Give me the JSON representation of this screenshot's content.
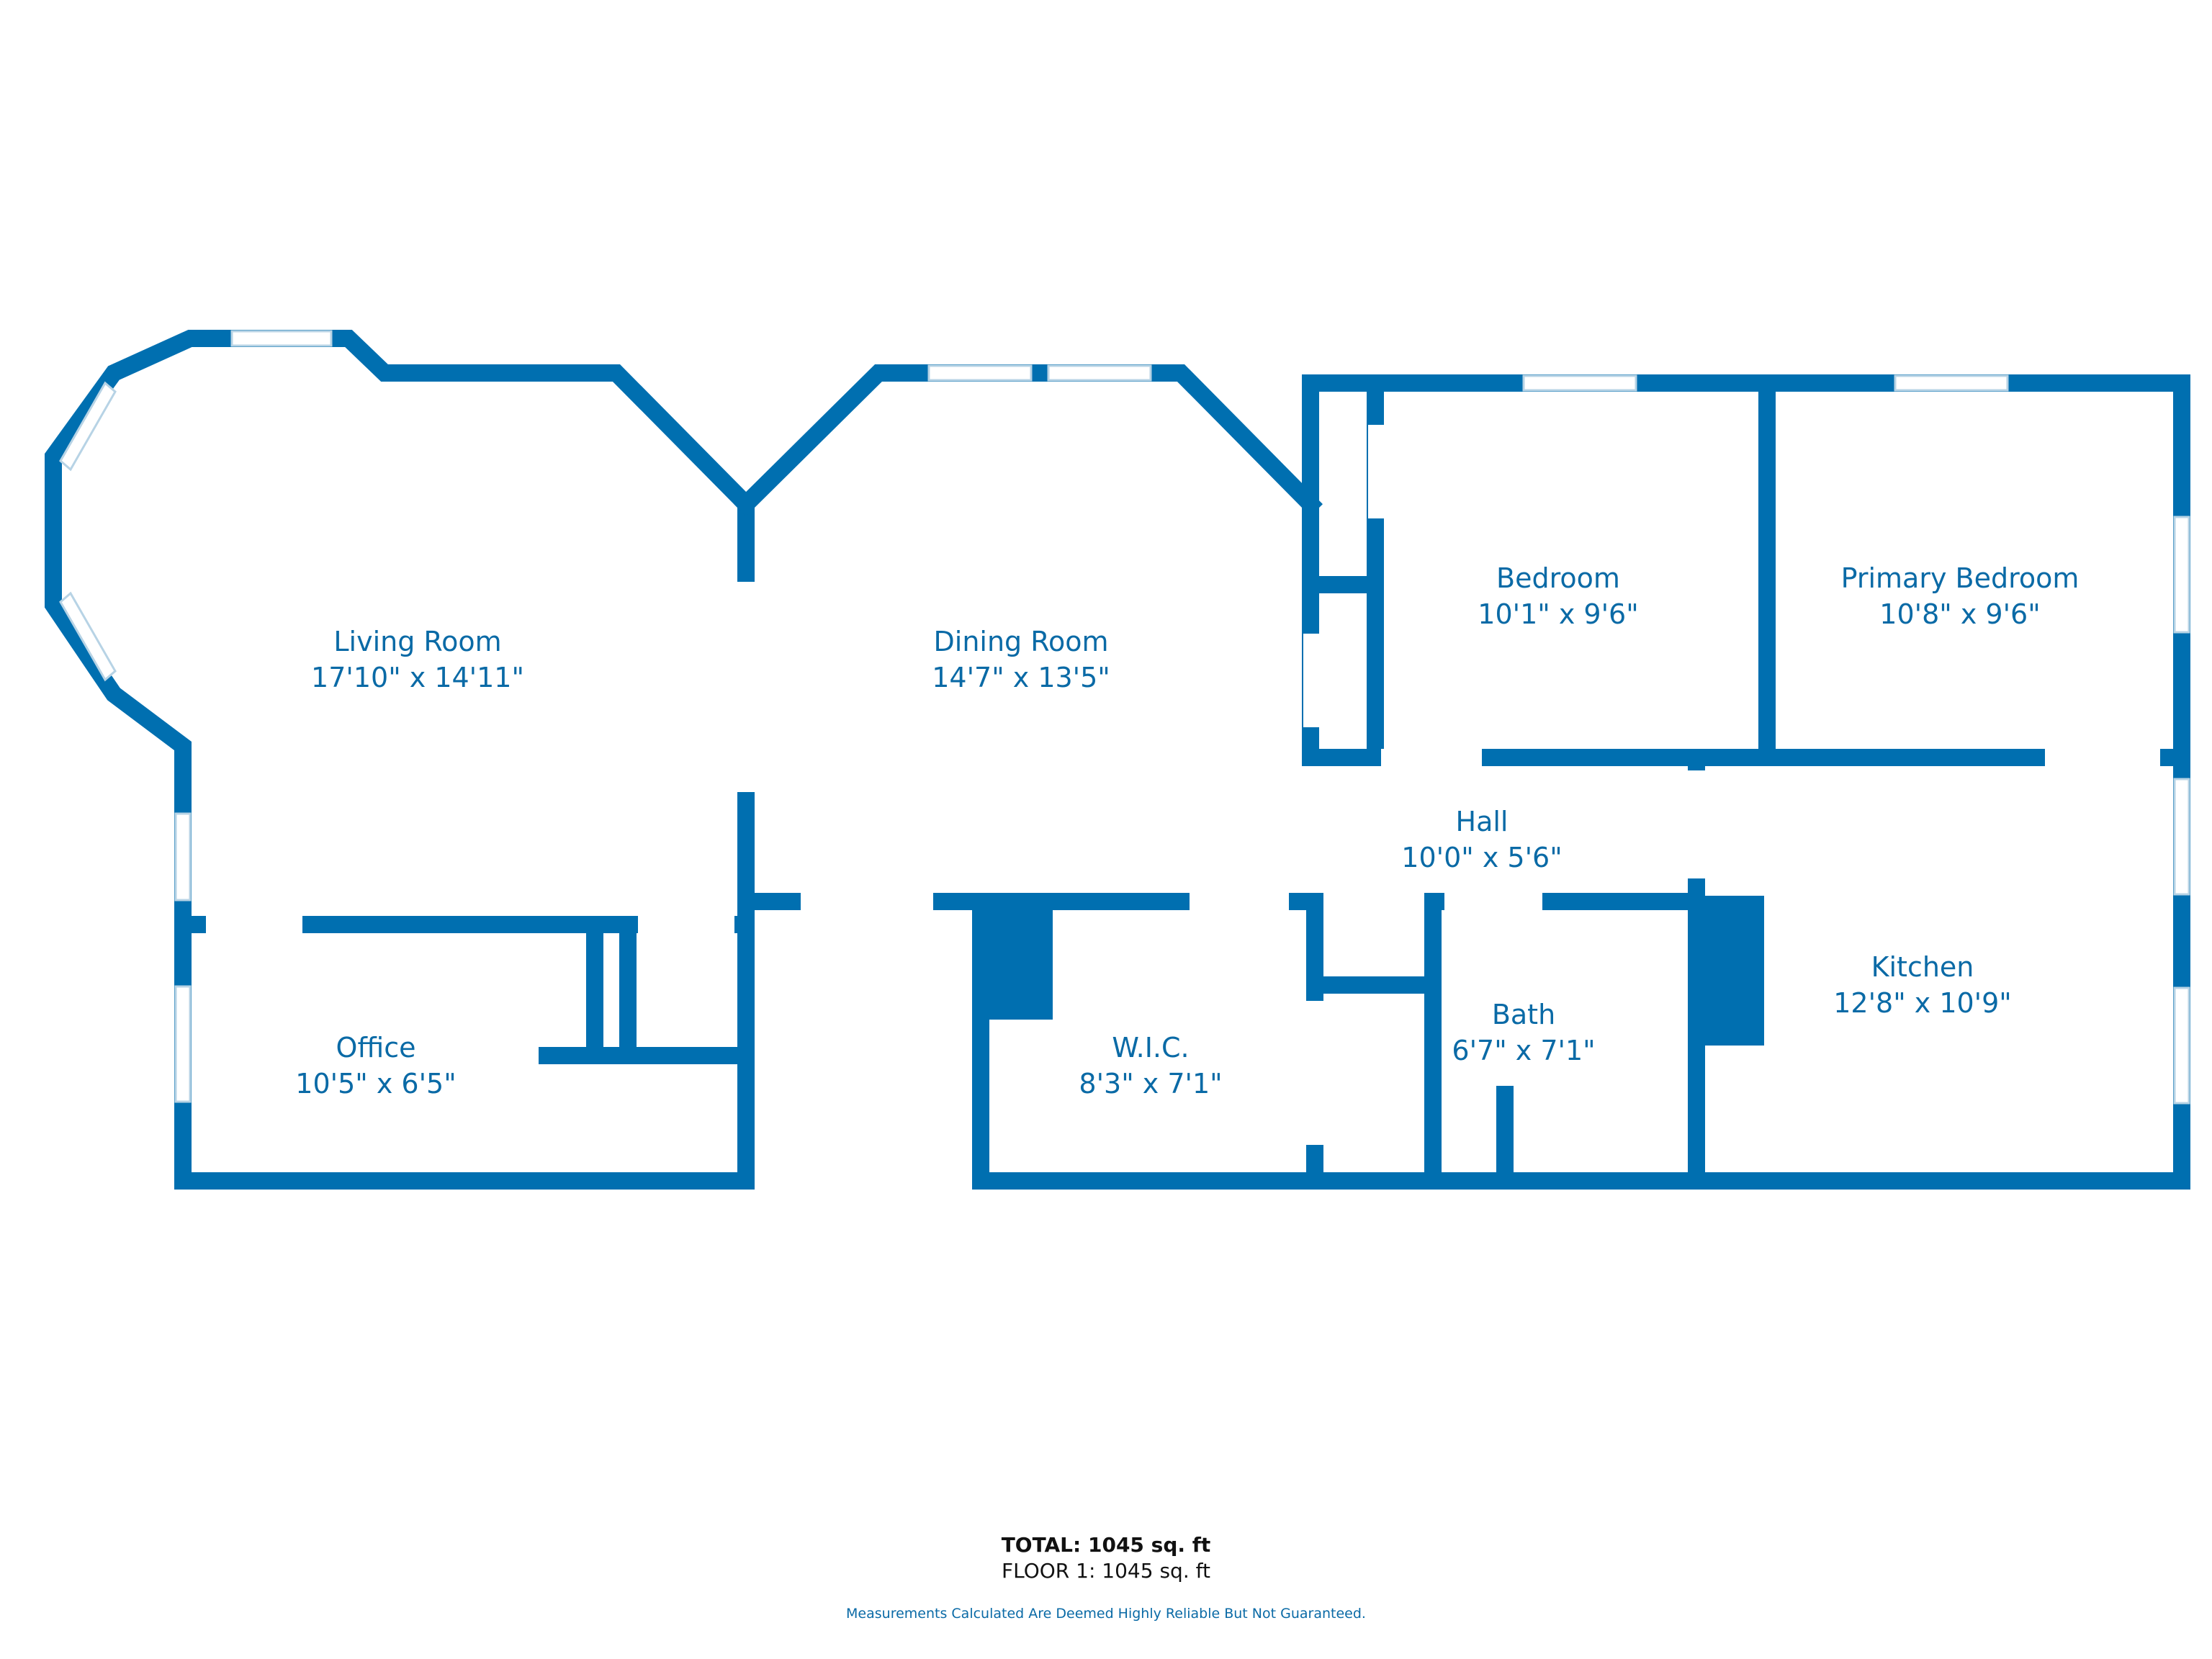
{
  "colors": {
    "wall": "#006fb0",
    "label": "#0a6aa6",
    "window_fill": "#ffffff",
    "window_line": "#b7d3e5"
  },
  "rooms": [
    {
      "name": "Living Room",
      "dims": "17'10\" x 14'11\""
    },
    {
      "name": "Dining Room",
      "dims": "14'7\" x 13'5\""
    },
    {
      "name": "Bedroom",
      "dims": "10'1\" x 9'6\""
    },
    {
      "name": "Primary Bedroom",
      "dims": "10'8\" x 9'6\""
    },
    {
      "name": "Hall",
      "dims": "10'0\" x 5'6\""
    },
    {
      "name": "Kitchen",
      "dims": "12'8\" x 10'9\""
    },
    {
      "name": "Office",
      "dims": "10'5\" x 6'5\""
    },
    {
      "name": "W.I.C.",
      "dims": "8'3\" x 7'1\""
    },
    {
      "name": "Bath",
      "dims": "6'7\" x 7'1\""
    }
  ],
  "footer": {
    "total": "TOTAL: 1045 sq. ft",
    "floor": "FLOOR 1: 1045 sq. ft",
    "disclaimer": "Measurements Calculated Are Deemed Highly Reliable But Not Guaranteed."
  }
}
